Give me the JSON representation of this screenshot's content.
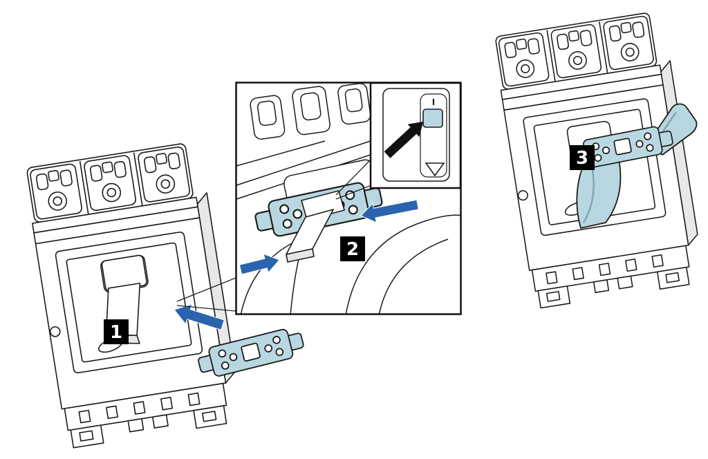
{
  "diagram": {
    "kind": "circuit-breaker-accessory-installation",
    "steps": [
      {
        "label": "1"
      },
      {
        "label": "2"
      },
      {
        "label": "3"
      }
    ],
    "markings": {
      "on": "I"
    },
    "colors": {
      "plate": "#b9d7e0",
      "plate_shade": "#7fa6b3",
      "arrow": "#2a63ae",
      "outline": "#1a1a1a",
      "badge_bg": "#000000",
      "badge_fg": "#ffffff",
      "background": "#ffffff"
    }
  }
}
